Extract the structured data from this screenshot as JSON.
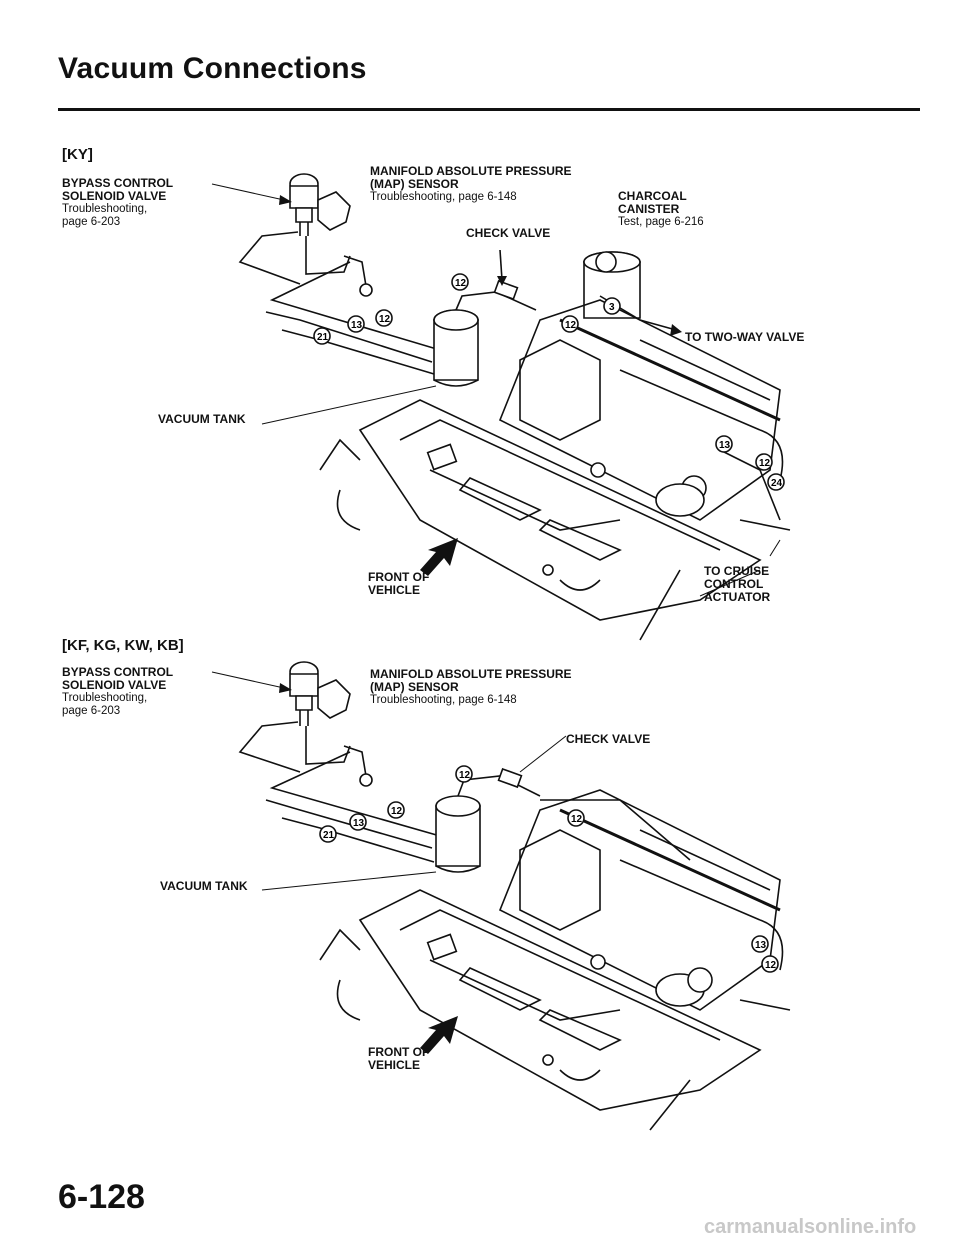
{
  "page": {
    "title": "Vacuum Connections",
    "page_number": "6-128",
    "footer": "carmanualsonline.info"
  },
  "diagrams": [
    {
      "variant": "[KY]",
      "labels": {
        "bypass_title": "BYPASS CONTROL",
        "bypass_title2": "SOLENOID VALVE",
        "bypass_sub1": "Troubleshooting,",
        "bypass_sub2": "page 6-203",
        "map_title": "MANIFOLD ABSOLUTE PRESSURE",
        "map_title2": "(MAP) SENSOR",
        "map_sub": "Troubleshooting, page 6-148",
        "charcoal_title": "CHARCOAL",
        "charcoal_title2": "CANISTER",
        "charcoal_sub": "Test, page 6-216",
        "check_valve": "CHECK VALVE",
        "two_way": "TO TWO-WAY VALVE",
        "vacuum_tank": "VACUUM TANK",
        "front1": "FRONT OF",
        "front2": "VEHICLE",
        "cruise1": "TO CRUISE",
        "cruise2": "CONTROL",
        "cruise3": "ACTUATOR"
      },
      "hose_numbers": [
        "12",
        "12",
        "13",
        "21",
        "12",
        "3",
        "13",
        "12",
        "24"
      ]
    },
    {
      "variant": "[KF, KG, KW, KB]",
      "labels": {
        "bypass_title": "BYPASS CONTROL",
        "bypass_title2": "SOLENOID VALVE",
        "bypass_sub1": "Troubleshooting,",
        "bypass_sub2": "page 6-203",
        "map_title": "MANIFOLD ABSOLUTE PRESSURE",
        "map_title2": "(MAP) SENSOR",
        "map_sub": "Troubleshooting, page 6-148",
        "check_valve": "CHECK VALVE",
        "vacuum_tank": "VACUUM TANK",
        "front1": "FRONT OF",
        "front2": "VEHICLE"
      },
      "hose_numbers": [
        "12",
        "12",
        "13",
        "21",
        "12",
        "13",
        "12"
      ]
    }
  ]
}
